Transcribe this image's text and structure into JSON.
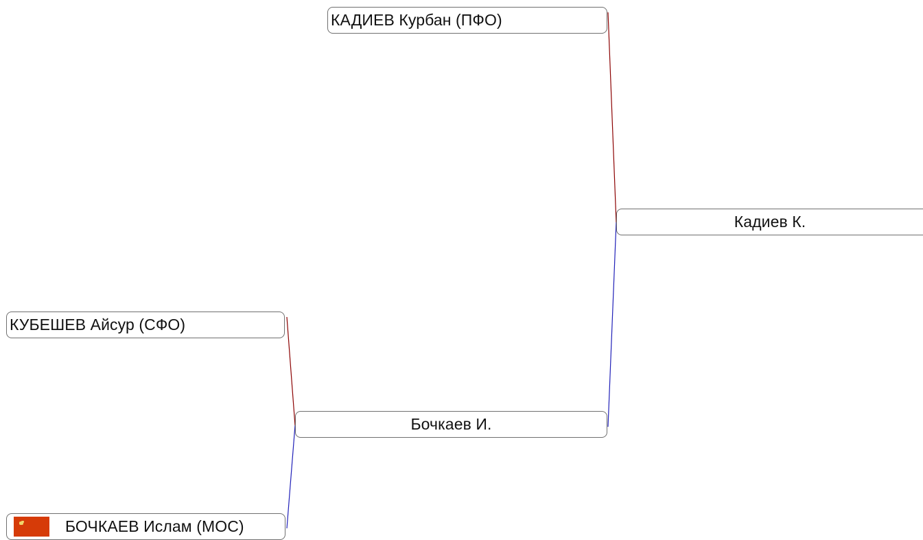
{
  "bracket": {
    "round1": [
      {
        "name": "КАДИЕВ Курбан (ПФО)",
        "flag": false
      },
      {
        "name": "КУБЕШЕВ Айсур (СФО)",
        "flag": false
      },
      {
        "name": "БОЧКАЕВ Ислам (МОС)",
        "flag": true,
        "flag_color": "#d63b08",
        "flag_icon": "region-flag-icon"
      }
    ],
    "round2": [
      {
        "name": "Бочкаев И."
      }
    ],
    "final": [
      {
        "name": "Кадиев К."
      }
    ]
  },
  "colors": {
    "connector_red": "#8b0000",
    "connector_blue": "#1f1fb8",
    "box_border": "#6f6f6f"
  }
}
